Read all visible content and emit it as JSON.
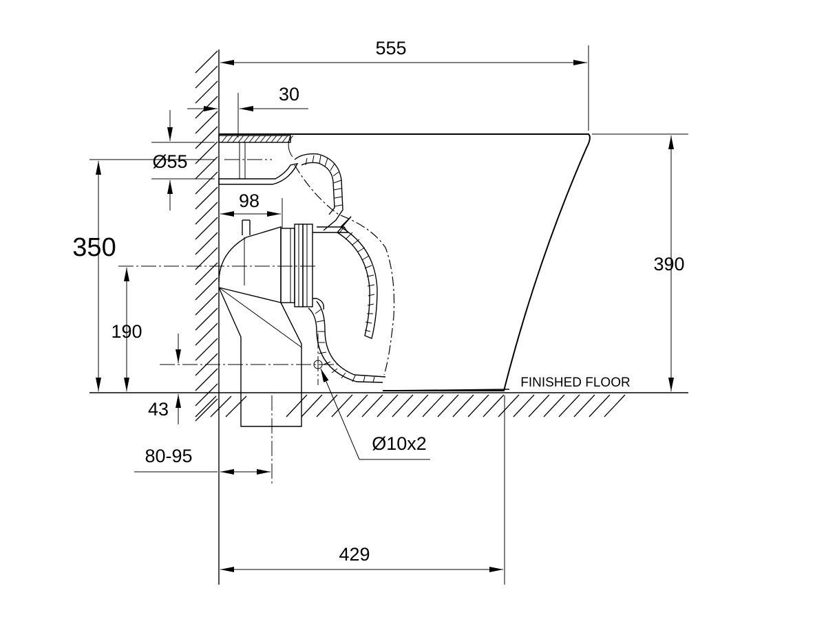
{
  "dimensions": {
    "overall_depth": "555",
    "wall_offset": "30",
    "inlet_diameter": "Ø55",
    "outlet_projection": "98",
    "inlet_height": "350",
    "pan_height": "390",
    "outlet_height": "190",
    "fixing_height": "43",
    "setout_range": "80-95",
    "fixing_spec": "Ø10x2",
    "fixing_depth": "429"
  },
  "labels": {
    "floor": "FINISHED FLOOR"
  },
  "colors": {
    "line": "#000000",
    "background": "#ffffff"
  }
}
